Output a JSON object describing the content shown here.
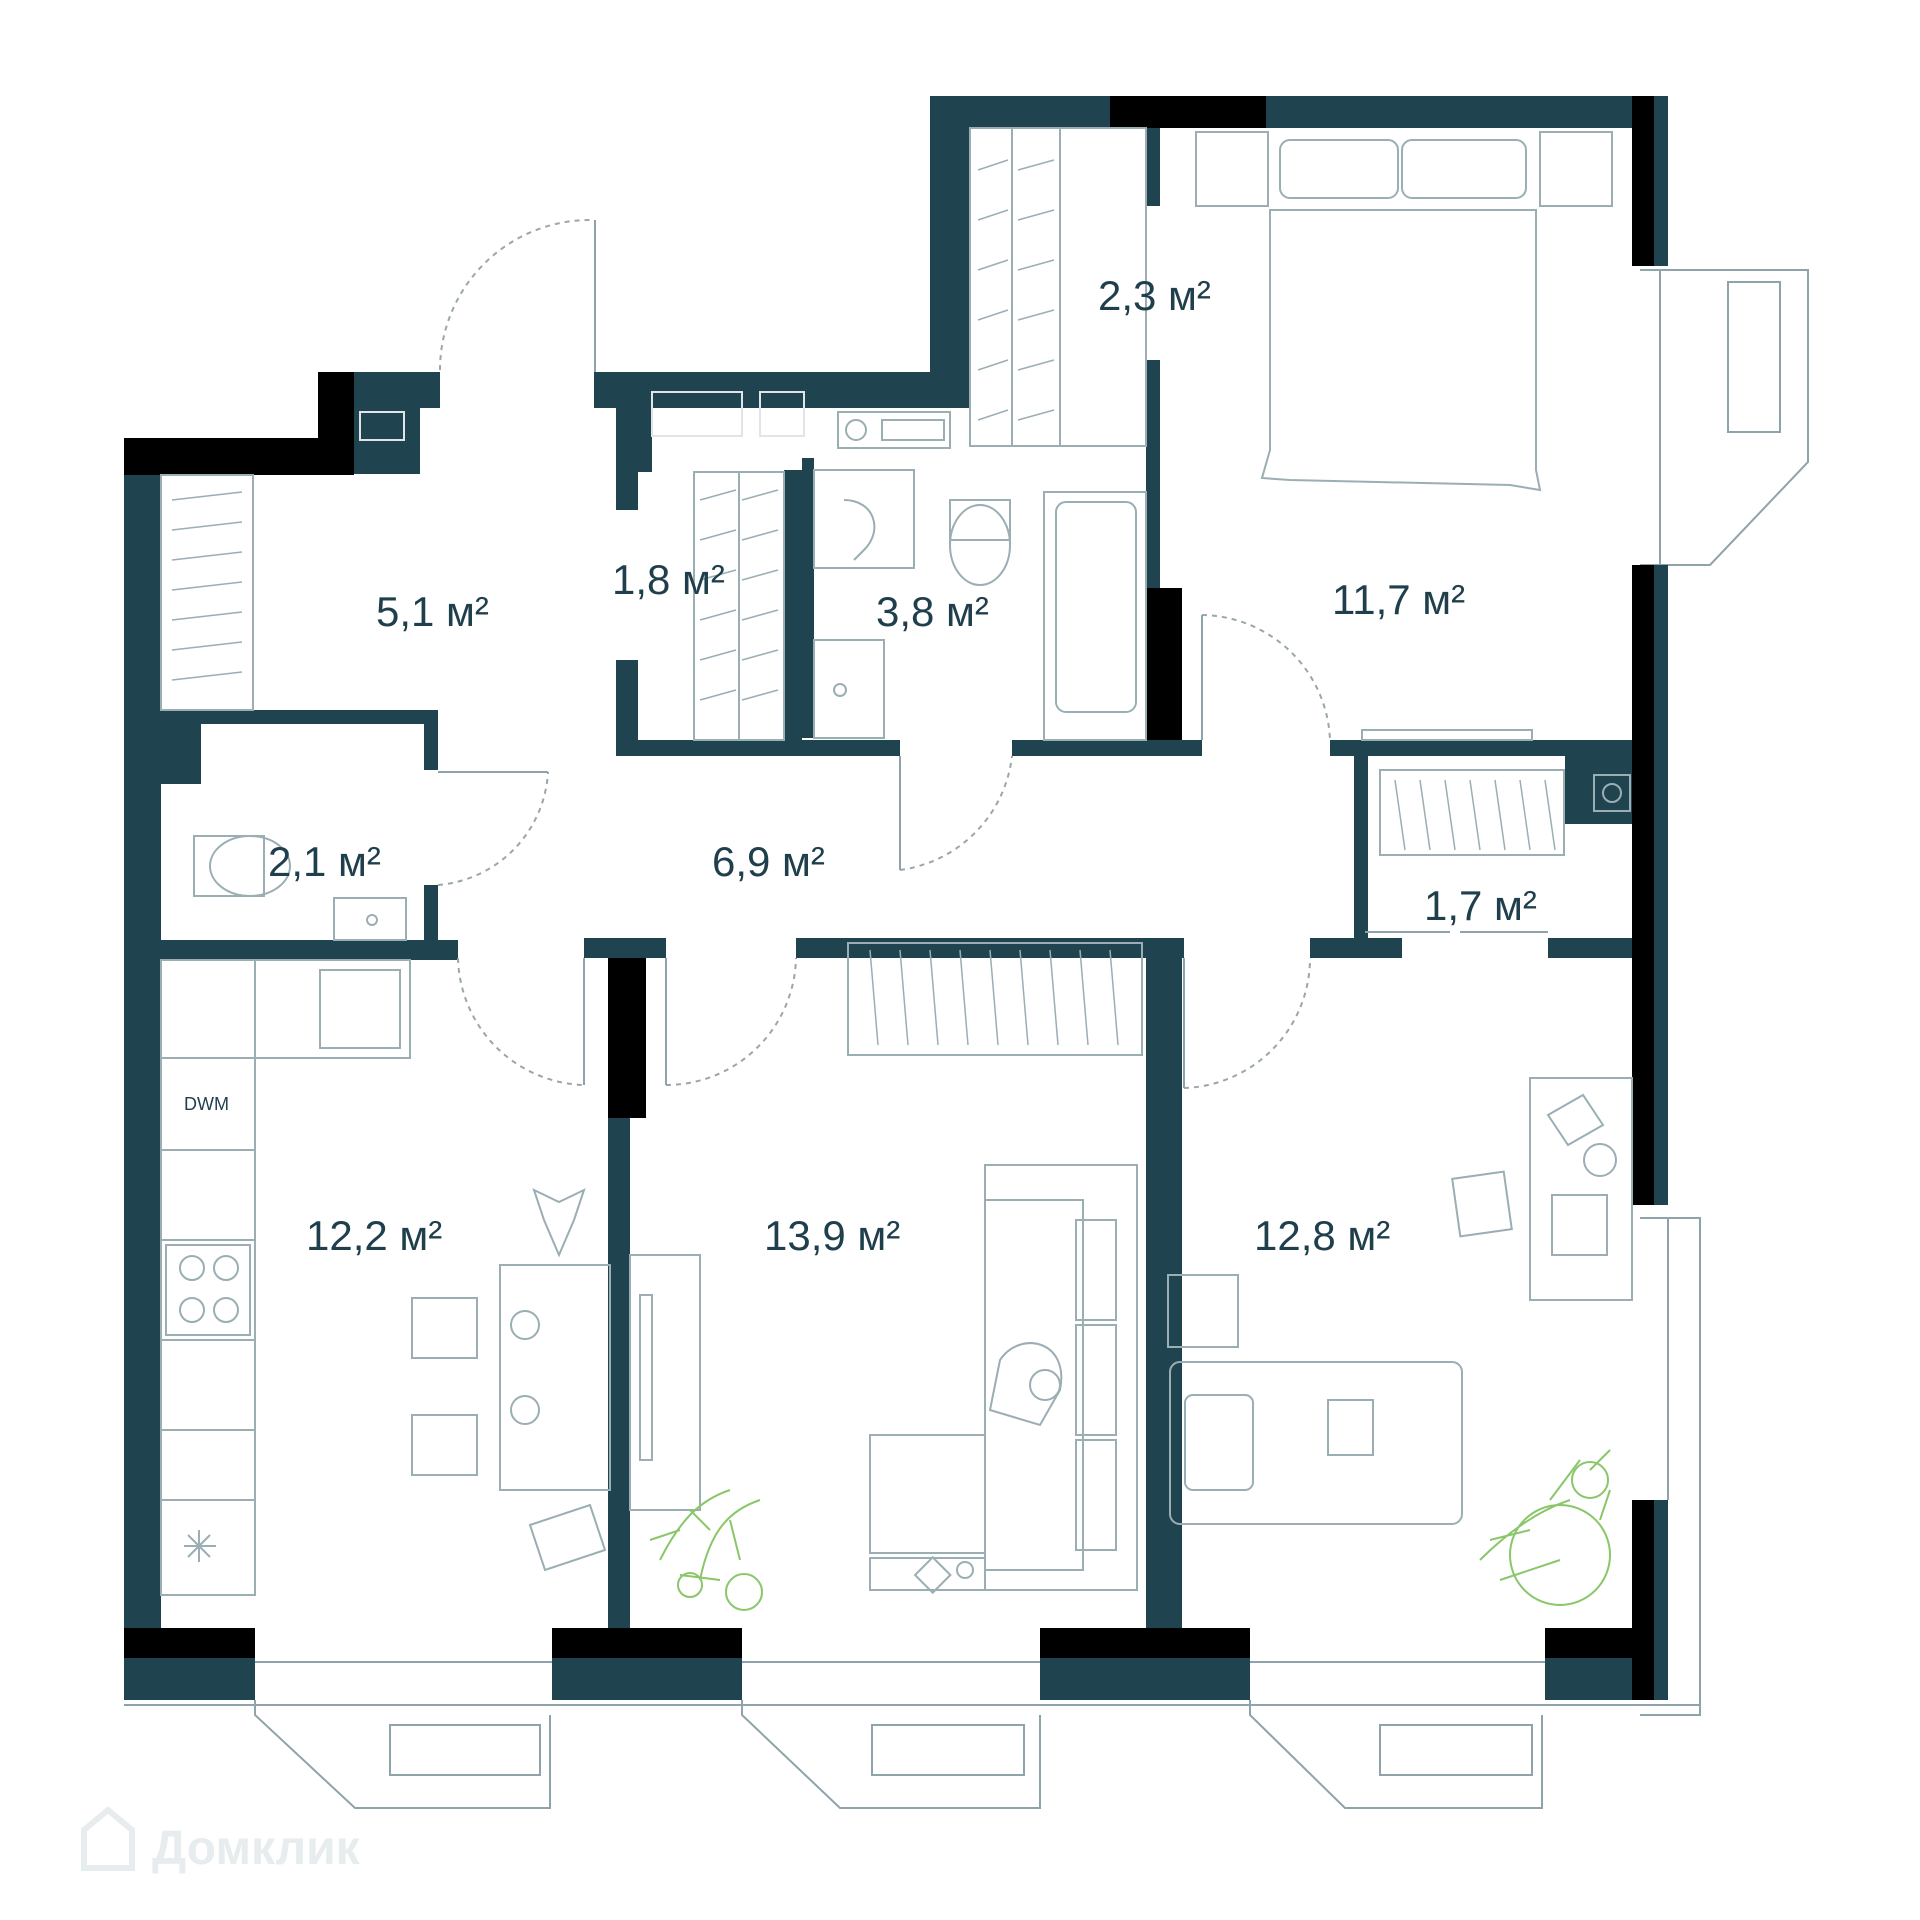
{
  "rooms": [
    {
      "id": "storage-top",
      "area": "2,3 м²"
    },
    {
      "id": "wardrobe-hall",
      "area": "5,1 м²"
    },
    {
      "id": "wardrobe-mid",
      "area": "1,8 м²"
    },
    {
      "id": "bathroom",
      "area": "3,8 м²"
    },
    {
      "id": "bedroom",
      "area": "11,7 м²"
    },
    {
      "id": "toilet",
      "area": "2,1 м²"
    },
    {
      "id": "hallway",
      "area": "6,9 м²"
    },
    {
      "id": "closet",
      "area": "1,7 м²"
    },
    {
      "id": "kitchen",
      "area": "12,2 м²"
    },
    {
      "id": "living-room",
      "area": "13,9 м²"
    },
    {
      "id": "kids-room",
      "area": "12,8 м²"
    }
  ],
  "appliance_label": "DWM",
  "watermark": "Домклик",
  "colors": {
    "wall": "#1f434f",
    "accent_black": "#000000",
    "plant": "#8ac66a"
  }
}
